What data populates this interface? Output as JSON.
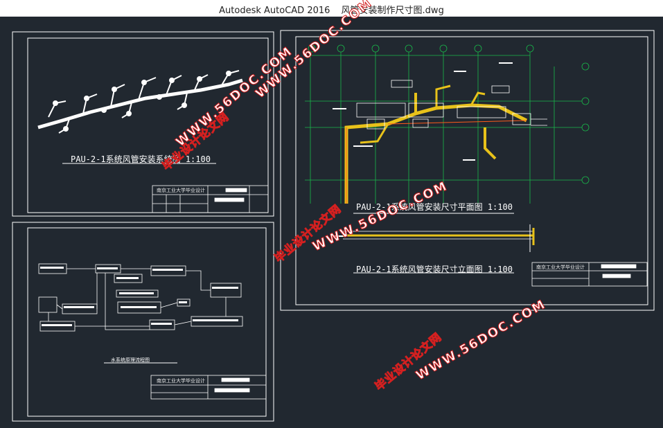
{
  "window": {
    "app_title": "Autodesk AutoCAD 2016",
    "file_name": "风管安装制作尺寸图.dwg"
  },
  "drawings": {
    "system": {
      "caption": "PAU-2-1系统风管安装系统图 1:100"
    },
    "plan": {
      "caption": "PAU-2-1系统风管安装尺寸平面图 1:100"
    },
    "elevation": {
      "caption": "PAU-2-1系统风管安装尺寸立面图 1:100"
    },
    "water": {
      "caption": "水系统原理流程图"
    }
  },
  "title_blocks": {
    "school": "南京工业大学毕业设计"
  },
  "watermarks": {
    "url": "WWW.56DOC.COM",
    "site": "毕业设计论文网"
  },
  "colors": {
    "background": "#212830",
    "frame": "#ffffff",
    "duct": "#e8c21a",
    "grid": "#19b84a",
    "watermark": "#d42020"
  }
}
